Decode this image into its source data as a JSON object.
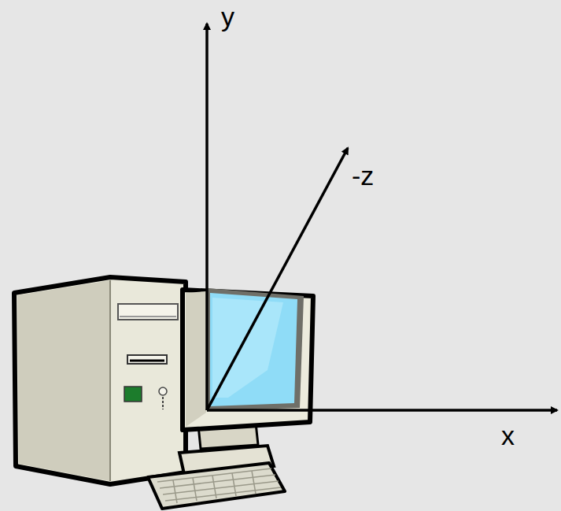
{
  "diagram": {
    "labels": [
      "y",
      "-z",
      "x"
    ]
  }
}
